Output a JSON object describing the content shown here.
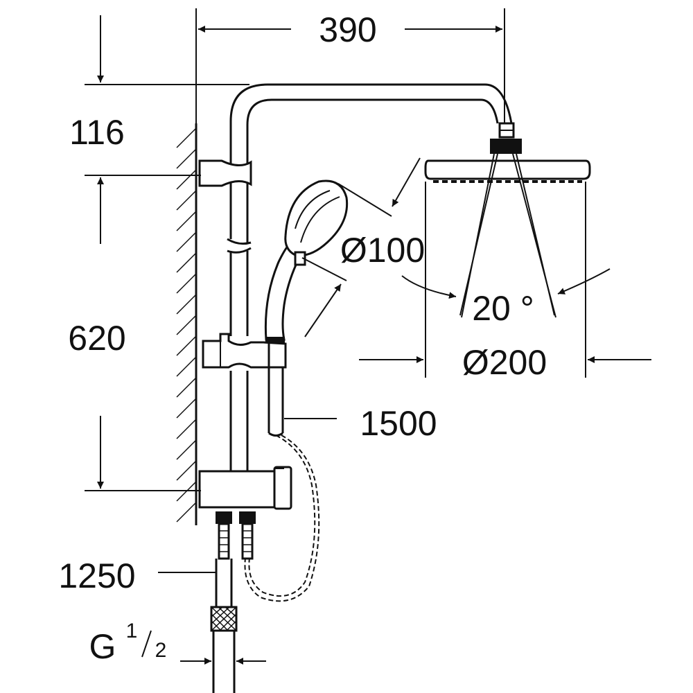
{
  "dimensions": {
    "top_width": "390",
    "top_height": "116",
    "bar_length": "620",
    "handshower_diameter": "Ø100",
    "spray_angle": "20 °",
    "head_diameter": "Ø200",
    "hose_length": "1500",
    "supply_hose_length": "1250",
    "thread_prefix": "G",
    "thread_numerator": "1",
    "thread_denominator": "2"
  }
}
